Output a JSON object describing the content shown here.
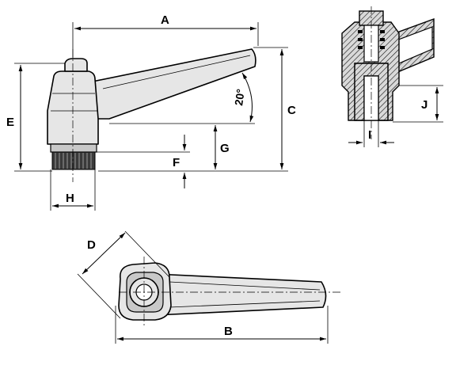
{
  "diagram": {
    "labels": {
      "A": "A",
      "B": "B",
      "C": "C",
      "D": "D",
      "E": "E",
      "F": "F",
      "G": "G",
      "H": "H",
      "I": "I",
      "J": "J"
    },
    "angle": "20°"
  }
}
